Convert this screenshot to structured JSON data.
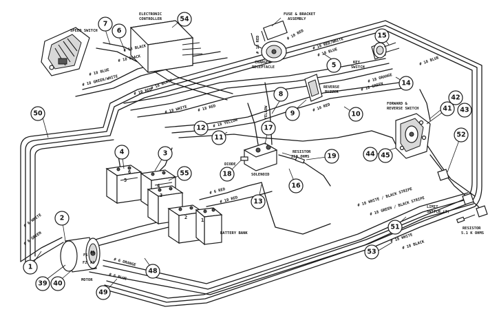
{
  "components": {
    "speed_switch": "SPEED SWITCH",
    "electronic_controller_1": "ELECTRONIC",
    "electronic_controller_2": "CONTROLLER",
    "fuse_bracket_1": "FUSE & BRACKET",
    "fuse_bracket_2": "ASSEMBLY",
    "charger_receptacle_1": "CHARGER",
    "charger_receptacle_2": "RECEPTACLE",
    "key_switch_1": "KEY",
    "key_switch_2": "SWITCH",
    "reverse_buzzer_1": "REVERSE",
    "reverse_buzzer_2": "BUZZER",
    "forward_reverse_1": "FORWARD &",
    "forward_reverse_2": "REVERSE SWITCH",
    "diode": "DIODE",
    "solenoid": "SOLENOID",
    "resistor_250_1": "RESISTOR",
    "resistor_250_2": "250 OHMS",
    "battery_bank": "BATTERY BANK",
    "limit_switch": "LIMIT",
    "limit_switch_2": "SWITCH (3)",
    "resistor_5k_1": "RESISTOR",
    "resistor_5k_2": "5.1 K OHMS",
    "motor": "MOTOR",
    "f1": "F1",
    "f2": "F2",
    "a1": "A1",
    "a2": "A2"
  },
  "wires": {
    "w18_black": "# 18 BLACK",
    "w18_black_b": "# 18 BLACK",
    "w18_blue": "# 18 BLUE",
    "w18_green_white": "# 18 GREEN/WHITE",
    "w18_red_white": "# 18 RED/WHITE",
    "w18_blue_b": "# 18 BLUE",
    "w10_red": "# 10 RED",
    "w18_red": "# 18 RED",
    "w10_black": "# 10 BLACK",
    "w18_white": "# 18 WHITE",
    "w18_yellow": "# 18 YELLOW",
    "w18_yellow_v": "# 18 YELLOW",
    "w18_orange": "# 18 ORANGE",
    "w18_green": "# 18 GREEN",
    "w18_blue_c": "# 18 BLUE",
    "w10_red_b": "# 10 RED",
    "w18_red_b": "# 18 RED",
    "w18_white_black": "# 18 WHITE / BLACK STRIPE",
    "w18_green_black": "# 18 GREEN / BLACK STRIPE",
    "w18_white_b": "# 18 WHITE",
    "w18_black_c": "# 18 BLACK",
    "w6_white": "# 6 WHITE",
    "w6_green": "# 6 GREEN",
    "w6_orange": "# 6 ORANGE",
    "w6_blue": "# 6 BLUE",
    "w6_red": "# 6 RED"
  },
  "callouts": [
    "1",
    "2",
    "3",
    "4",
    "5",
    "6",
    "7",
    "8",
    "9",
    "10",
    "11",
    "12",
    "13",
    "14",
    "15",
    "16",
    "17",
    "18",
    "19",
    "39",
    "40",
    "41",
    "42",
    "43",
    "44",
    "45",
    "48",
    "49",
    "50",
    "51",
    "52",
    "53",
    "54",
    "55"
  ],
  "battery_labels": [
    "1",
    "2",
    "3",
    "4",
    "5",
    "6"
  ]
}
